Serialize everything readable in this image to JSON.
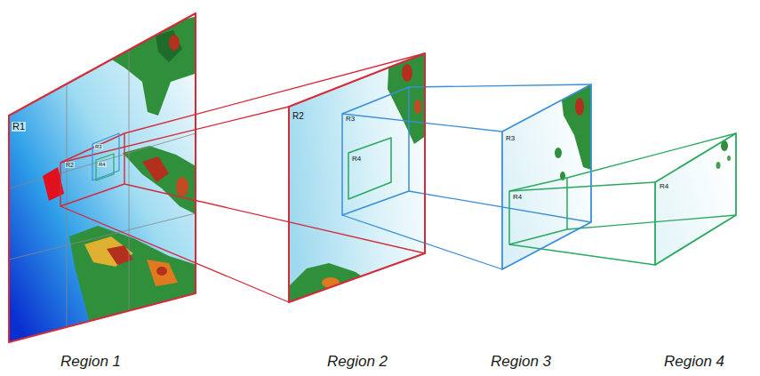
{
  "diagram": {
    "nodes": [
      {
        "text": [
          "R1",
          "Region 1"
        ]
      },
      {
        "text": [
          "R2"
        ],
        "in": 0
      },
      {
        "text": [
          "R3"
        ],
        "in": 1
      },
      {
        "text": [
          "R4"
        ],
        "in": 2
      },
      {
        "text": [
          "R2",
          "Region 2"
        ]
      },
      {
        "text": [
          "R3"
        ],
        "in": 4
      },
      {
        "text": [
          "R4"
        ],
        "in": 5
      },
      {
        "text": [
          "R3",
          "Region 3"
        ]
      },
      {
        "text": [
          "R4"
        ],
        "in": 7
      },
      {
        "text": [
          "R4",
          "Region 4"
        ]
      }
    ],
    "edges": [
      {
        "from": 1,
        "to": 4,
        "arrow": "none"
      },
      {
        "from": 5,
        "to": 7,
        "arrow": "none"
      },
      {
        "from": 8,
        "to": 9,
        "arrow": "none"
      }
    ]
  }
}
